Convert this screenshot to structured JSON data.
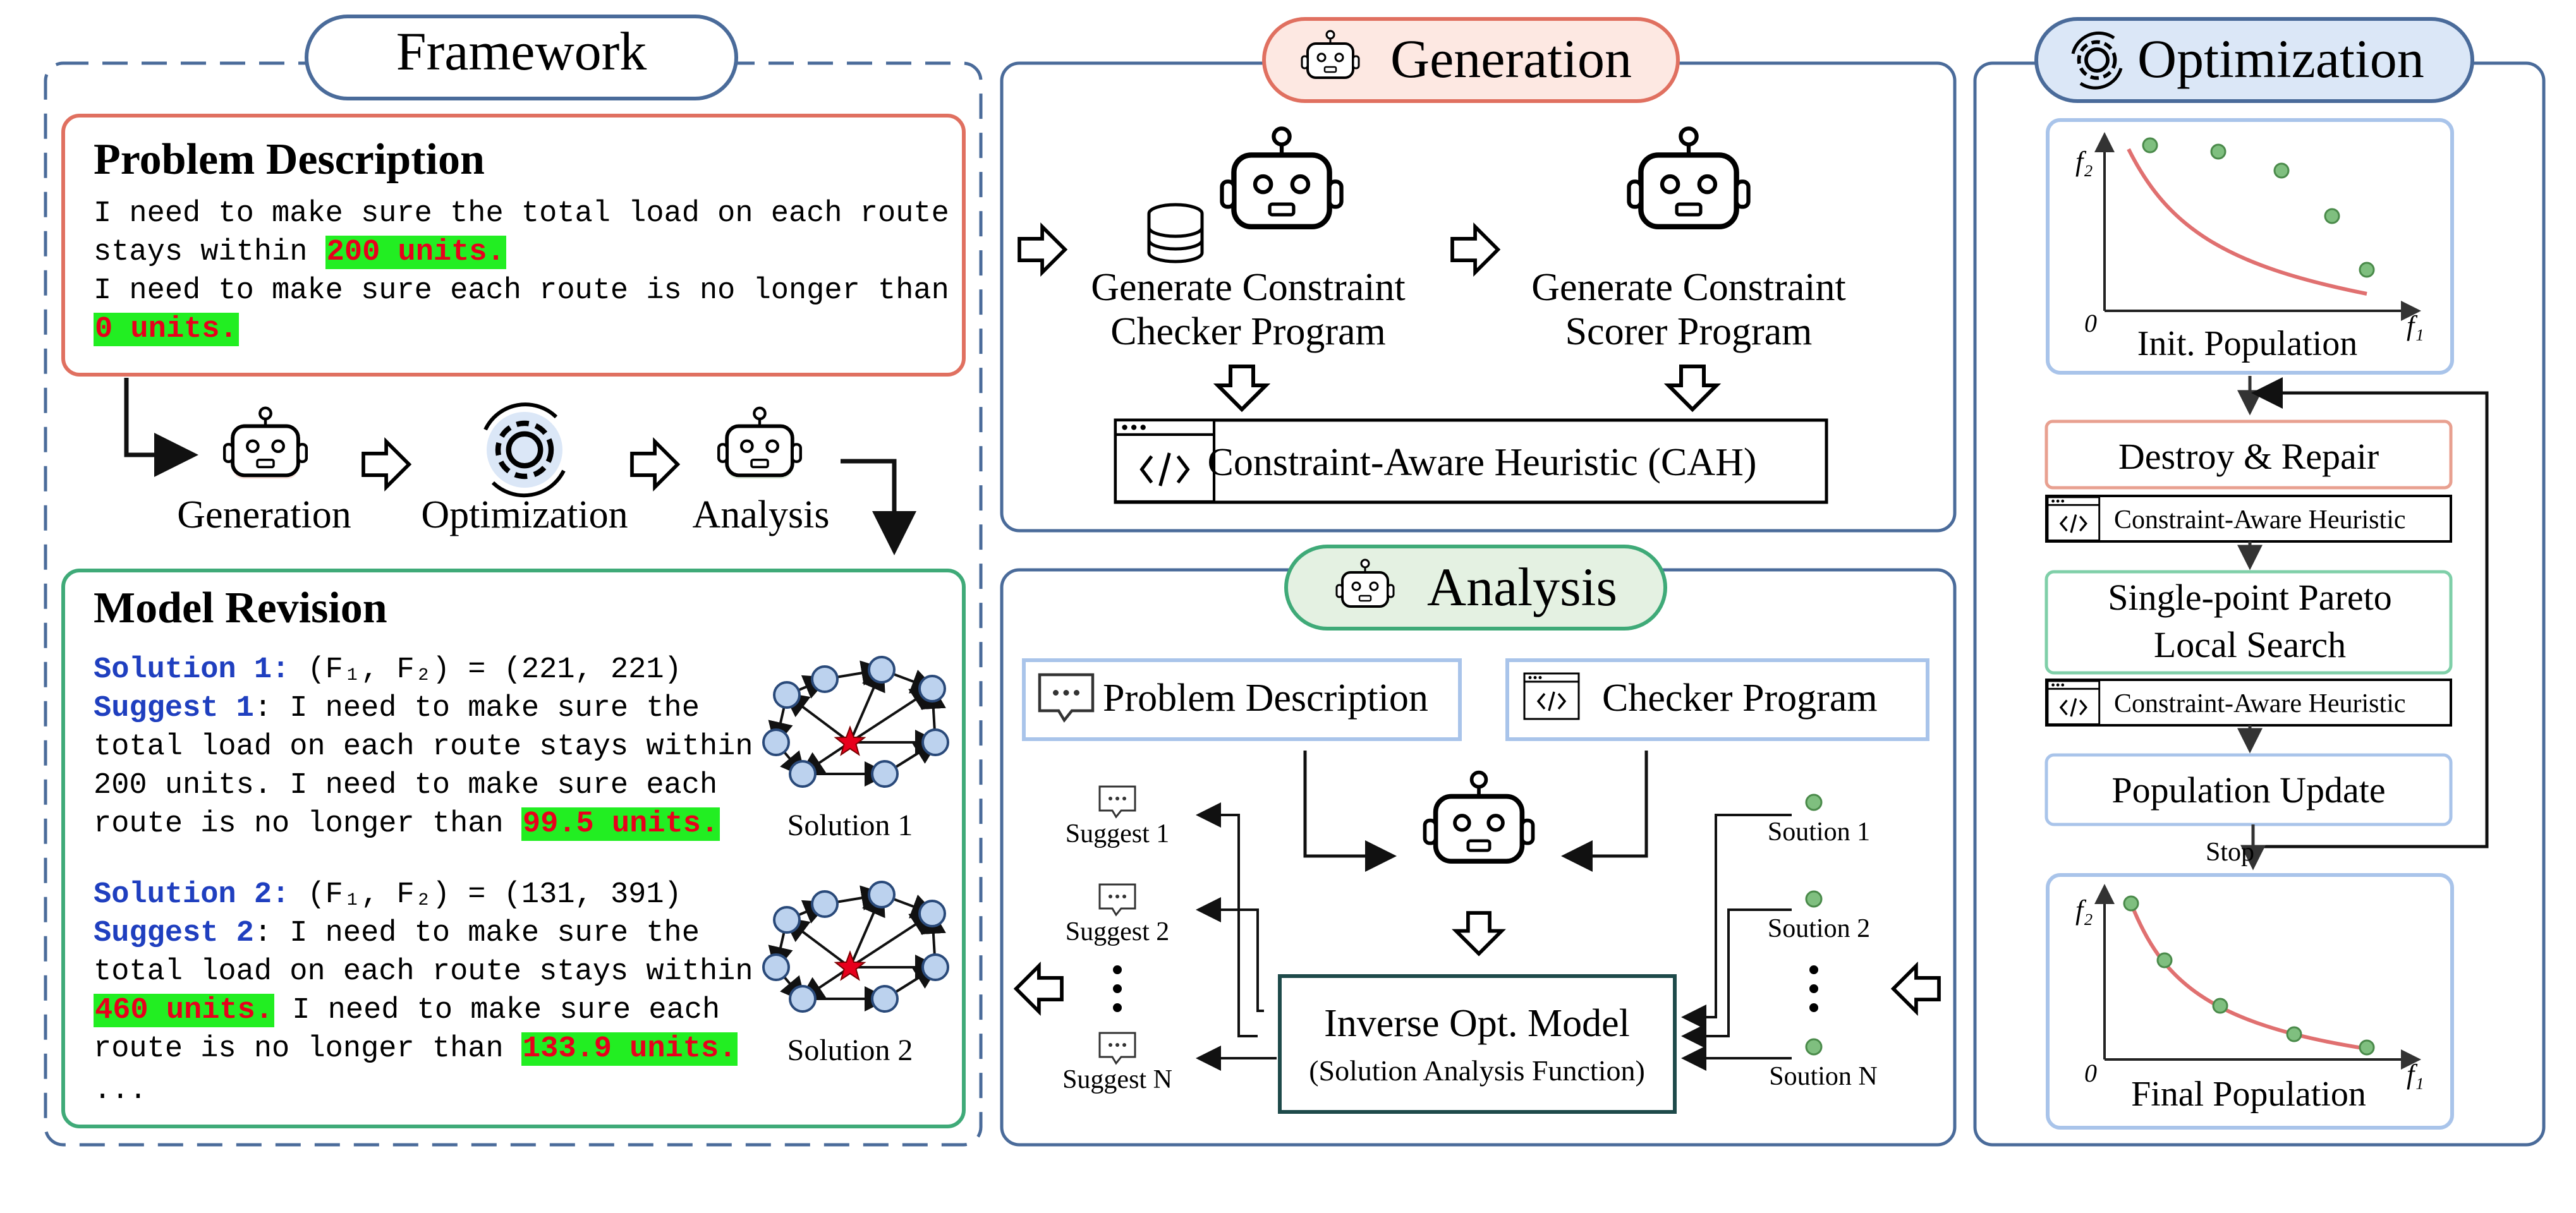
{
  "framework": {
    "title": "Framework",
    "problem_title": "Problem Description",
    "problem_line1": "I need to make sure the total load on each route",
    "problem_line2_pre": "stays within ",
    "problem_line2_hl": "200 units.",
    "problem_line3": "I need to make sure each route is no longer than",
    "problem_line4_hl": "0 units.",
    "flow_labels": [
      "Generation",
      "Optimization",
      "Analysis"
    ],
    "revision_title": "Model Revision",
    "solution1": {
      "label": "Solution 1:",
      "formula": " (F₁, F₂) = (221, 221)",
      "suggest_label": "Suggest 1",
      "line1_rest": ": I need to make sure the",
      "line2": "total load on each route stays within",
      "line3": "200 units. I need to make sure each",
      "line4_pre": "route is no longer than ",
      "line4_hl": "99.5 units.",
      "graph_caption": "Solution 1"
    },
    "solution2": {
      "label": "Solution 2:",
      "formula": " (F₁, F₂) = (131, 391)",
      "suggest_label": "Suggest 2",
      "line1_rest": ": I need to make sure the",
      "line2": "total load on each route stays within",
      "line3_hl": "460 units.",
      "line3_rest": " I need to make sure each",
      "line4_pre": "route is no longer than ",
      "line4_hl": "133.9 units.",
      "graph_caption": "Solution 2"
    },
    "ellipsis": "..."
  },
  "generation": {
    "title": "Generation",
    "checker_line1": "Generate Constraint",
    "checker_line2": "Checker Program",
    "scorer_line1": "Generate Constraint",
    "scorer_line2": "Scorer Program",
    "cah": "Constraint-Aware Heuristic (CAH)"
  },
  "analysis": {
    "title": "Analysis",
    "problem_box": "Problem Description",
    "checker_box": "Checker Program",
    "suggests": [
      "Suggest 1",
      "Suggest 2",
      "Suggest N"
    ],
    "solutions": [
      "Soution 1",
      "Soution 2",
      "Soution N"
    ],
    "inverse_line1": "Inverse Opt. Model",
    "inverse_line2": "(Solution Analysis Function)"
  },
  "optimization": {
    "title": "Optimization",
    "init_caption": "Init. Population",
    "destroy_repair": "Destroy & Repair",
    "cah_small": "Constraint-Aware Heuristic",
    "single_point_line1": "Single-point Pareto",
    "single_point_line2": "Local Search",
    "population_update": "Population Update",
    "stop": "Stop",
    "final_caption": "Final Population",
    "axis_f1": "f₁",
    "axis_f2": "f₂",
    "axis_origin": "0"
  },
  "colors": {
    "panel_border": "#4a6b9a",
    "red_border": "#e07060",
    "green_border": "#3faa78",
    "blue_light": "#a9c4ea",
    "highlight": "#22ee22",
    "highlight_text": "#e8001c",
    "solution_blue": "#1f3fbf",
    "dot_green": "#7fbf7f",
    "curve_red": "#e07070"
  }
}
